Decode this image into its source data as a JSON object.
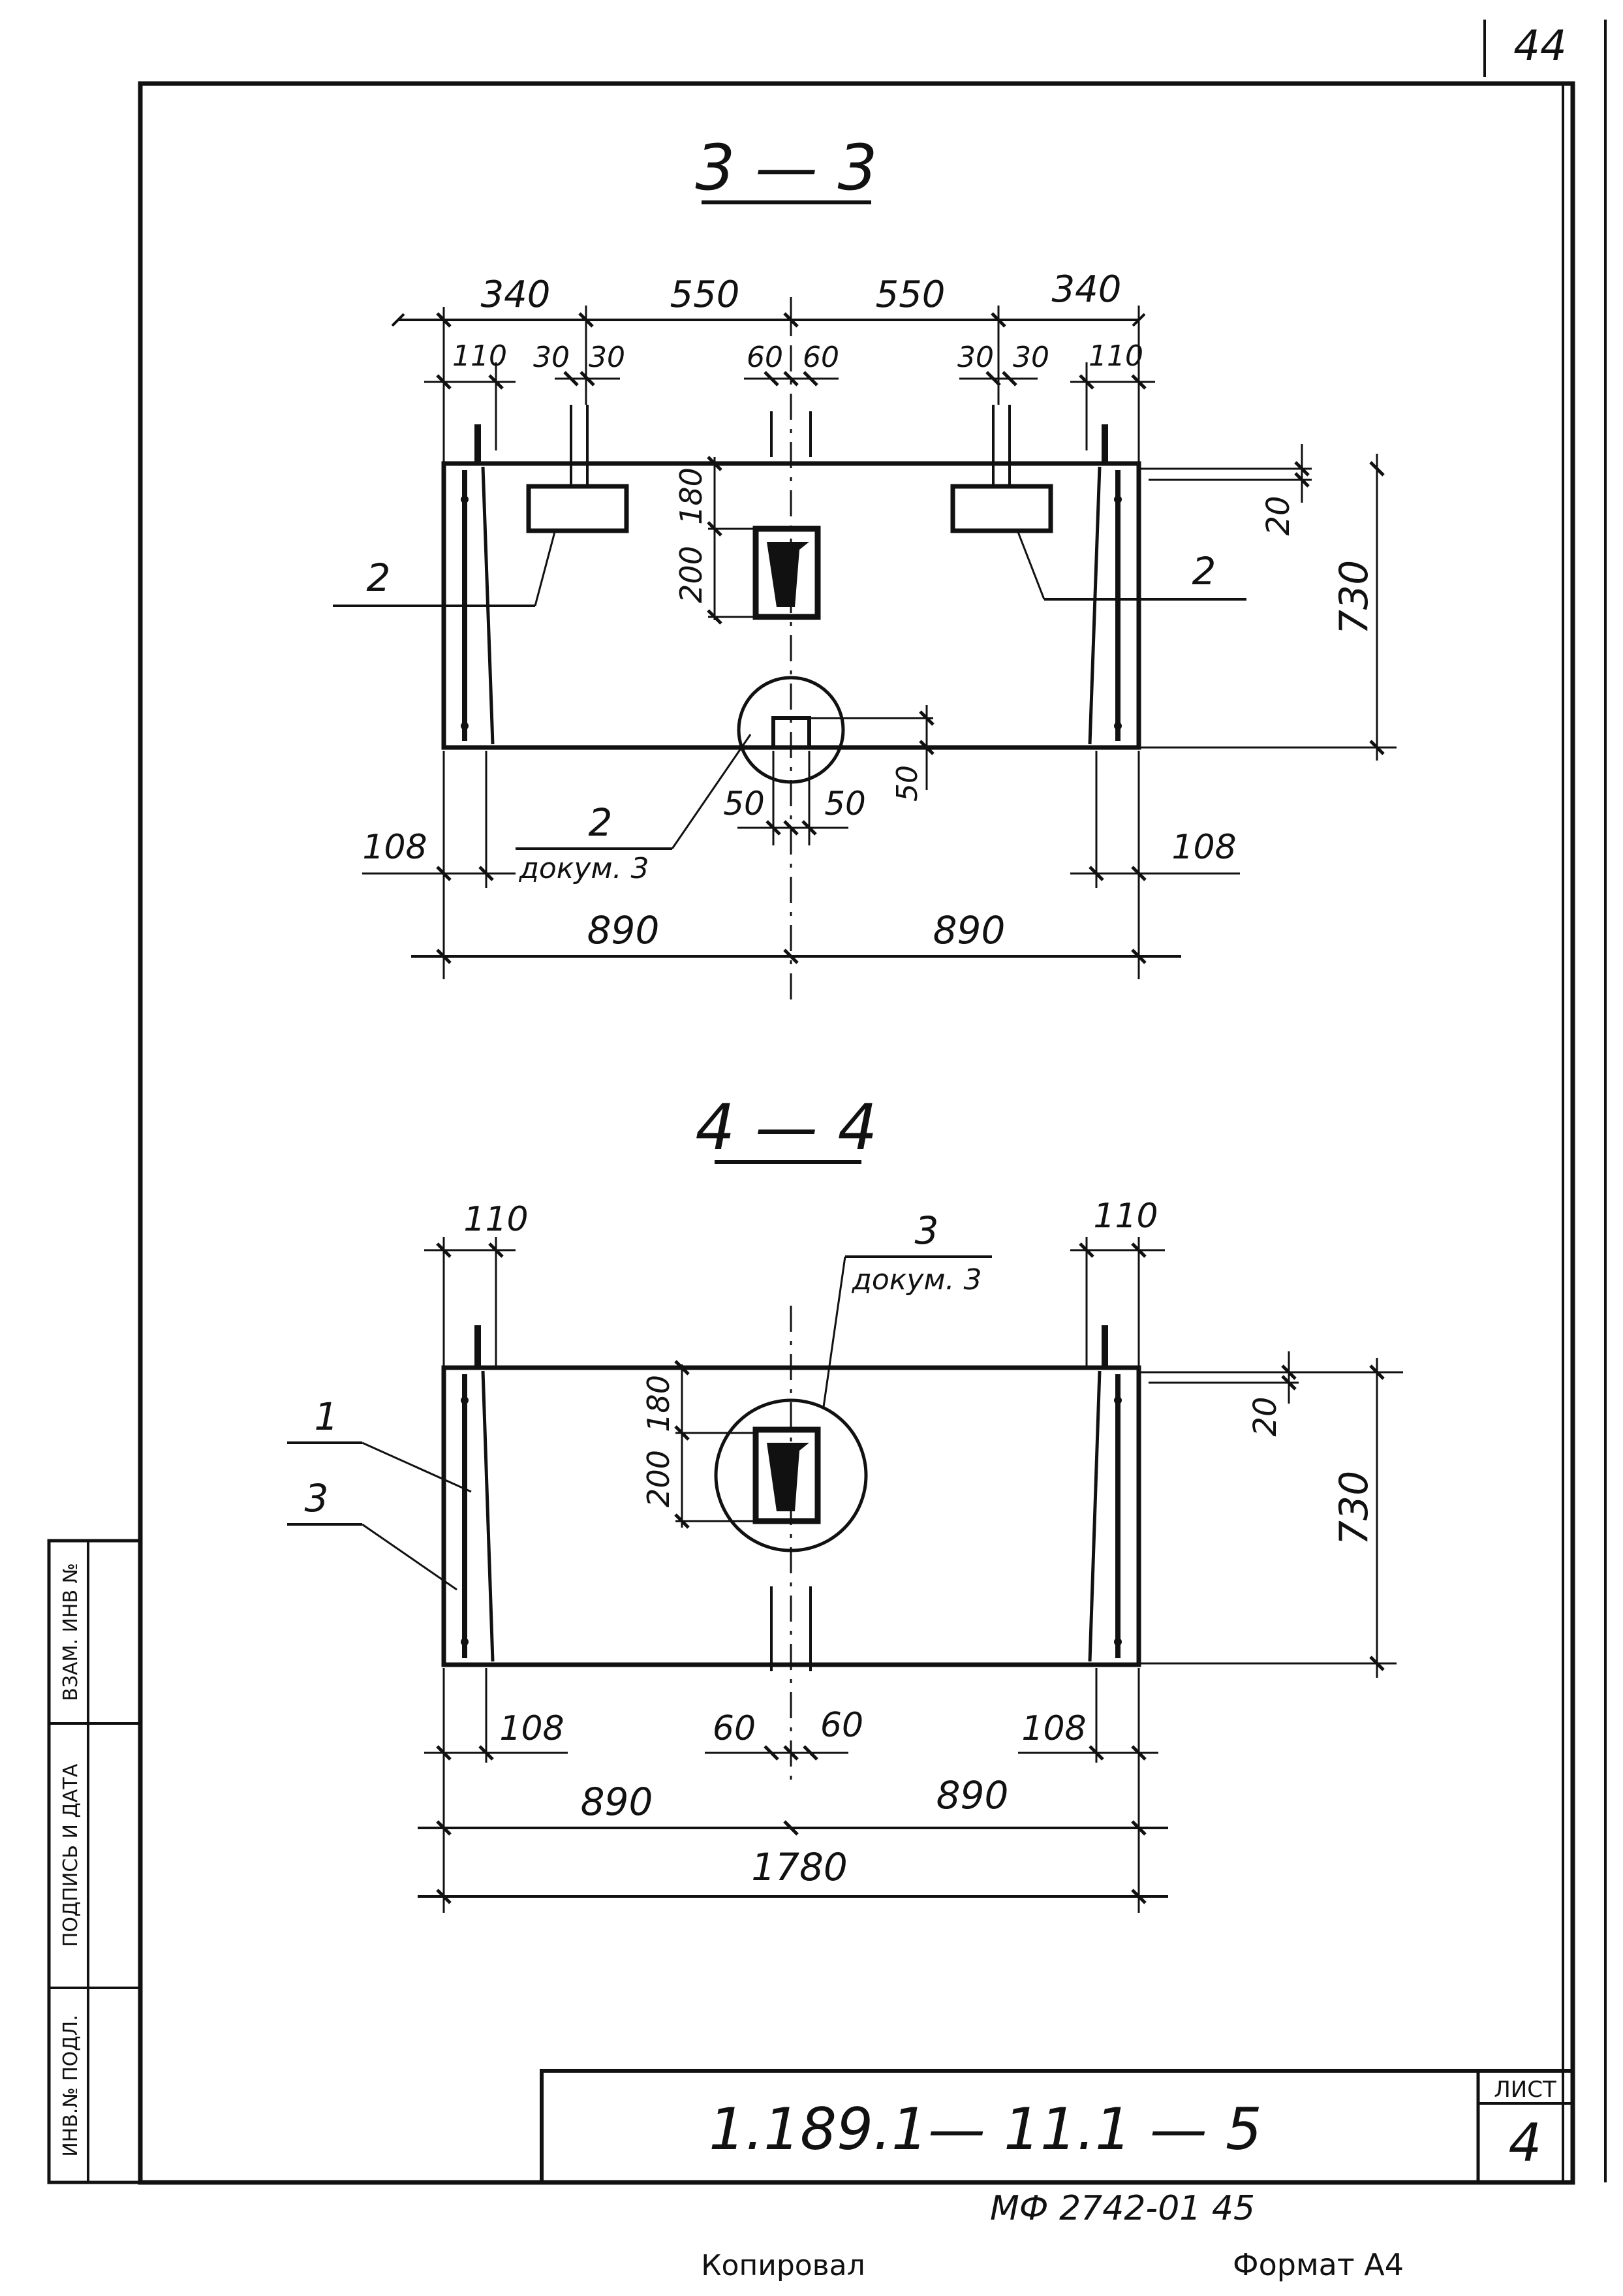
{
  "sheet": {
    "page_corner_number": "44",
    "document_code": "1.189.1— 11.1 — 5",
    "sheet_label": "ЛИСТ",
    "sheet_number": "4",
    "inventory_mark": "МФ 2742-01 45",
    "copied_label": "Копировал",
    "format_label": "Формат А4"
  },
  "side_stamp": {
    "cell_1": "ИНВ.№ ПОДЛ.",
    "cell_2": "ПОДПИСЬ И ДАТА",
    "cell_3": "ВЗАМ. ИНВ №"
  },
  "section_33": {
    "title": "3 — 3",
    "dims_top": {
      "d340_left": "340",
      "d550_left": "550",
      "d550_right": "550",
      "d340_right": "340"
    },
    "dims_second": {
      "d110_left": "110",
      "d30_a": "30",
      "d30_b": "30",
      "d60_a": "60",
      "d60_b": "60",
      "d30_c": "30",
      "d30_d": "30",
      "d110_right": "110"
    },
    "dims_vertical": {
      "d180": "180",
      "d200": "200",
      "d20": "20",
      "d730": "730",
      "d50_v": "50"
    },
    "dims_bottom": {
      "d50_left": "50",
      "d50_right": "50",
      "d108_left": "108",
      "d108_right": "108",
      "d890_left": "890",
      "d890_right": "890"
    },
    "callouts": {
      "pos2_left": "2",
      "pos2_right": "2",
      "pos2_bottom": "2",
      "doc_ref": "докум. 3"
    }
  },
  "section_44": {
    "title": "4 — 4",
    "dims_top": {
      "d110_left": "110",
      "d110_right": "110"
    },
    "dims_vertical": {
      "d180": "180",
      "d200": "200",
      "d20": "20",
      "d730": "730"
    },
    "dims_bottom": {
      "d108_left": "108",
      "d60_left": "60",
      "d60_right": "60",
      "d108_right": "108",
      "d890_left": "890",
      "d890_right": "890",
      "d1780": "1780"
    },
    "callouts": {
      "pos1": "1",
      "pos3": "3",
      "pos3_top": "3",
      "doc_ref": "докум. 3"
    }
  }
}
